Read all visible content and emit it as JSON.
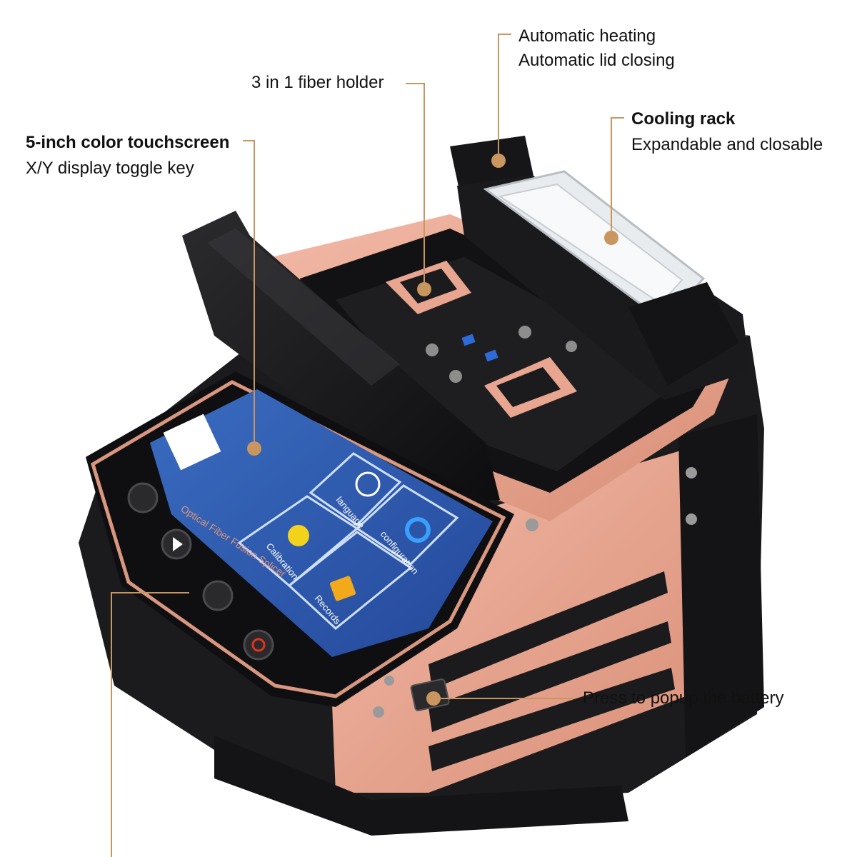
{
  "callouts": {
    "heating": {
      "line1": "Automatic heating",
      "line2": "Automatic lid closing"
    },
    "fiber_holder": {
      "line1": "3 in 1 fiber holder"
    },
    "touchscreen": {
      "title": "5-inch color touchscreen",
      "subtitle": "X/Y display toggle key"
    },
    "cooling_rack": {
      "title": "Cooling rack",
      "subtitle": "Expandable and closable"
    },
    "battery": {
      "line1": "Press to popup the battery"
    }
  },
  "device_screen": {
    "tiles": {
      "language": "language",
      "calibration": "Calibration",
      "configuration": "configuration",
      "records": "Records"
    },
    "bezel_text": "Optical Fiber Fusion Splicer"
  },
  "colors": {
    "accent": "#c8965e",
    "body": "#1b1b1d",
    "copper": "#e8a590",
    "screen": "#2f5fb0"
  }
}
